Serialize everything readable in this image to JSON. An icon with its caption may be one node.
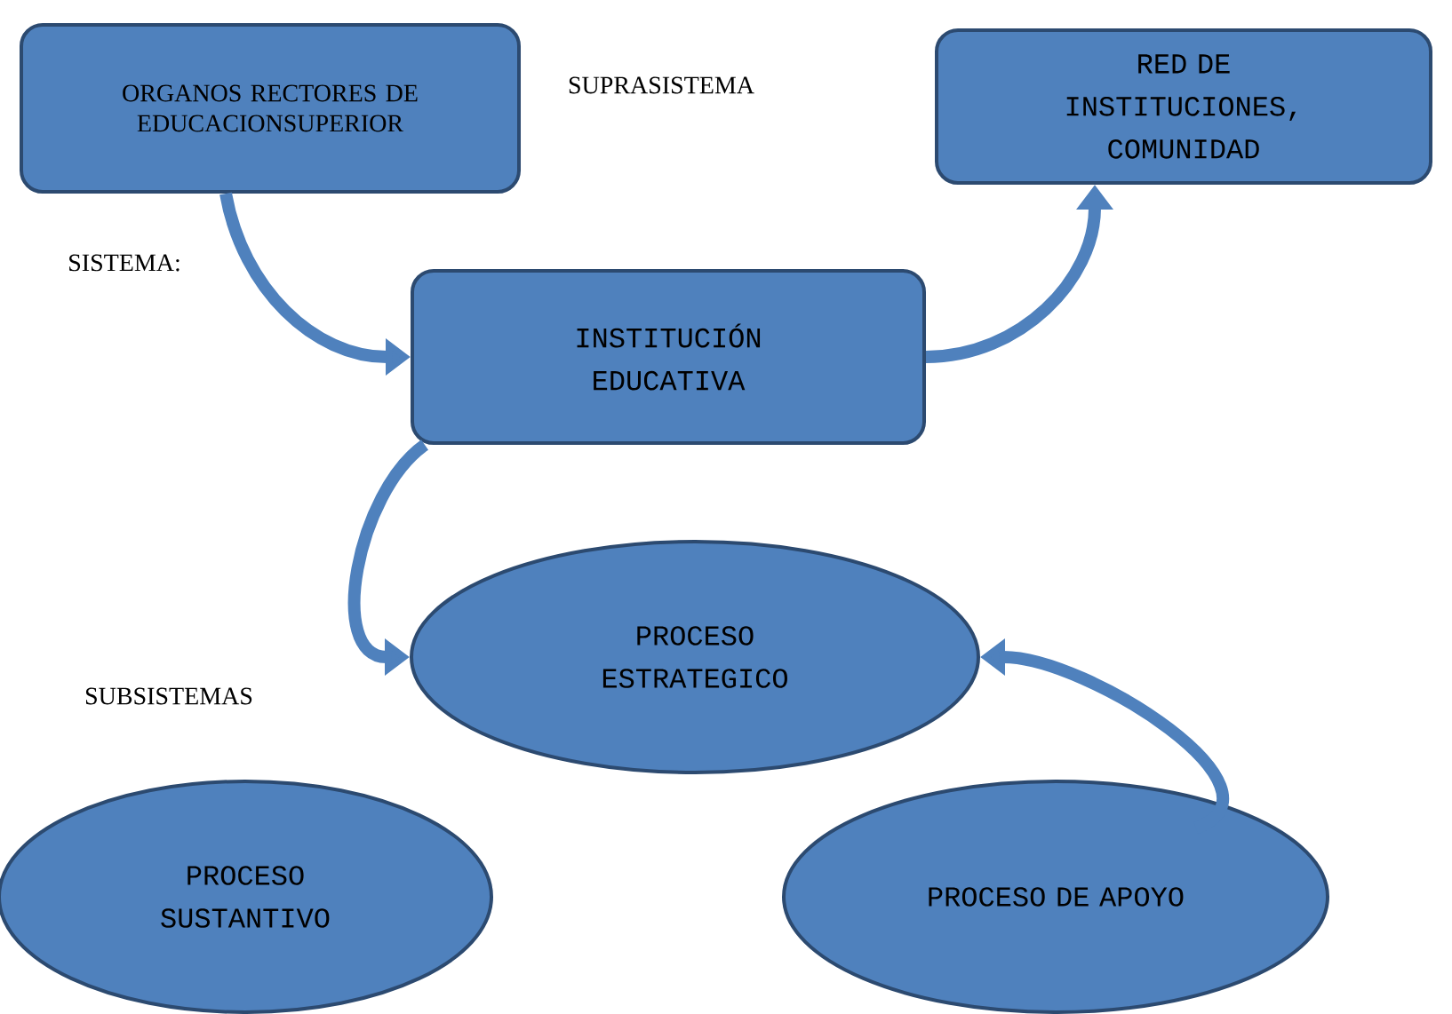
{
  "diagram": {
    "nodes": [
      {
        "text": [
          "ORGANOS RECTORES DE EDUCACIONSUPERIOR"
        ]
      },
      {
        "text": [
          "RED DE INSTITUCIONES, COMUNIDAD"
        ]
      },
      {
        "text": [
          "INSTITUCIÓN EDUCATIVA"
        ]
      },
      {
        "text": [
          "PROCESO ESTRATEGICO"
        ]
      },
      {
        "text": [
          "PROCESO SUSTANTIVO"
        ]
      },
      {
        "text": [
          "PROCESO DE APOYO"
        ]
      }
    ],
    "edges": [
      {
        "from": 0,
        "to": 2,
        "arrow": "to"
      },
      {
        "from": 2,
        "to": 1,
        "arrow": "to"
      },
      {
        "from": 2,
        "to": 3,
        "arrow": "to"
      },
      {
        "from": 5,
        "to": 3,
        "arrow": "to"
      }
    ],
    "labels": [
      "SUPRASISTEMA",
      "SISTEMA:",
      "SUBSISTEMAS"
    ]
  }
}
